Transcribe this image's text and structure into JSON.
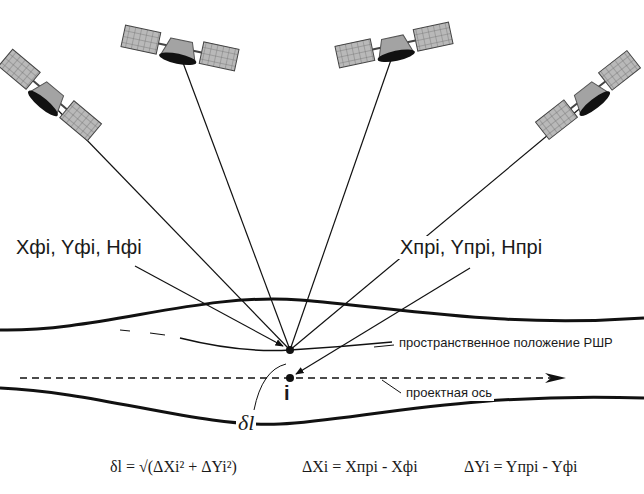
{
  "diagram": {
    "labels": [
      "Xфi, Yфi, Hфi",
      "Xпрi, Yпрi, Hпрi",
      "пространственное положение РШР",
      "проектная ось",
      "i",
      "δl",
      "δl = √(ΔXi² + ΔYi²)",
      "ΔXi = Xпрi - Xфi",
      "ΔYi = Yпрi - Yфi"
    ]
  }
}
